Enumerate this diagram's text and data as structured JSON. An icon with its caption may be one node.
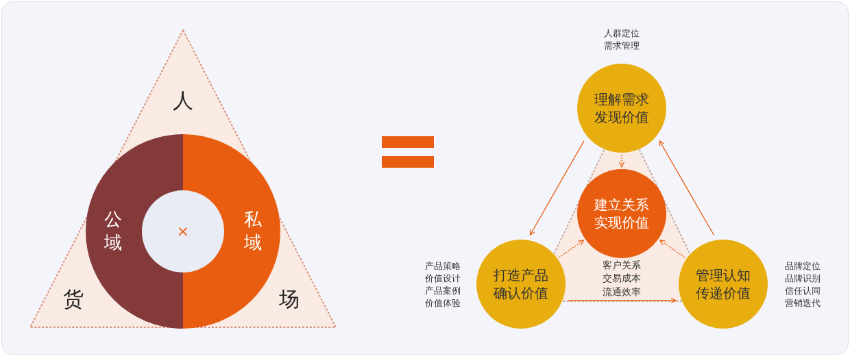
{
  "diagram": {
    "nodes": [
      {
        "text": [
          "人",
          "货",
          "场"
        ]
      },
      {
        "text": [
          "公域"
        ],
        "in": 0
      },
      {
        "text": [
          "私域"
        ],
        "in": 0
      },
      {
        "text": [
          "×"
        ],
        "in": 0
      },
      {
        "text": [
          "理解需求发现价值"
        ],
        "beside": [
          "人群定位需求管理"
        ]
      },
      {
        "text": [
          "客户关系交易成本流通效率"
        ]
      },
      {
        "text": [
          "建立关系实现价值"
        ],
        "in": 5
      },
      {
        "text": [
          "打造产品确认价值"
        ],
        "beside": [
          "产品策略价值设计产品案例价值体验"
        ]
      },
      {
        "text": [
          "管理认知传递价值"
        ],
        "beside": [
          "品牌定位品牌识别信任认同营销迭代"
        ]
      }
    ],
    "edges": [
      {
        "from": 4,
        "to": 7,
        "arrow": "to"
      },
      {
        "from": 7,
        "to": 8,
        "arrow": "to"
      },
      {
        "from": 8,
        "to": 4,
        "arrow": "to"
      },
      {
        "from": 4,
        "to": 6,
        "arrow": "to",
        "style": "dashed"
      },
      {
        "from": 7,
        "to": 6,
        "arrow": "to",
        "style": "dashed"
      },
      {
        "from": 8,
        "to": 6,
        "arrow": "to",
        "style": "dashed"
      }
    ]
  }
}
